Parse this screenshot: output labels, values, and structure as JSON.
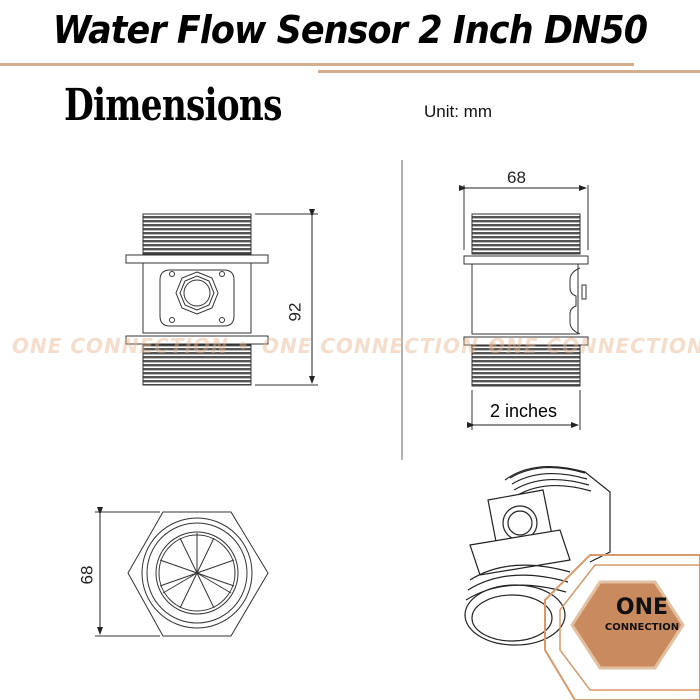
{
  "header": {
    "title": "Water Flow Sensor 2 Inch DN50",
    "accent_color": "#d4ad8c"
  },
  "section": {
    "heading": "Dimensions",
    "unit_label": "Unit: mm"
  },
  "drawings": {
    "front_view": {
      "height_label": "92"
    },
    "side_view": {
      "width_label": "68",
      "thread_label": "2 inches"
    },
    "end_view": {
      "diameter_label": "68"
    },
    "isometric_view": {}
  },
  "watermark": {
    "text": "ONE CONNECTION",
    "separator": "•"
  },
  "logo": {
    "line1": "ONE",
    "line2": "CONNECTION",
    "color": "#c98a5e"
  }
}
